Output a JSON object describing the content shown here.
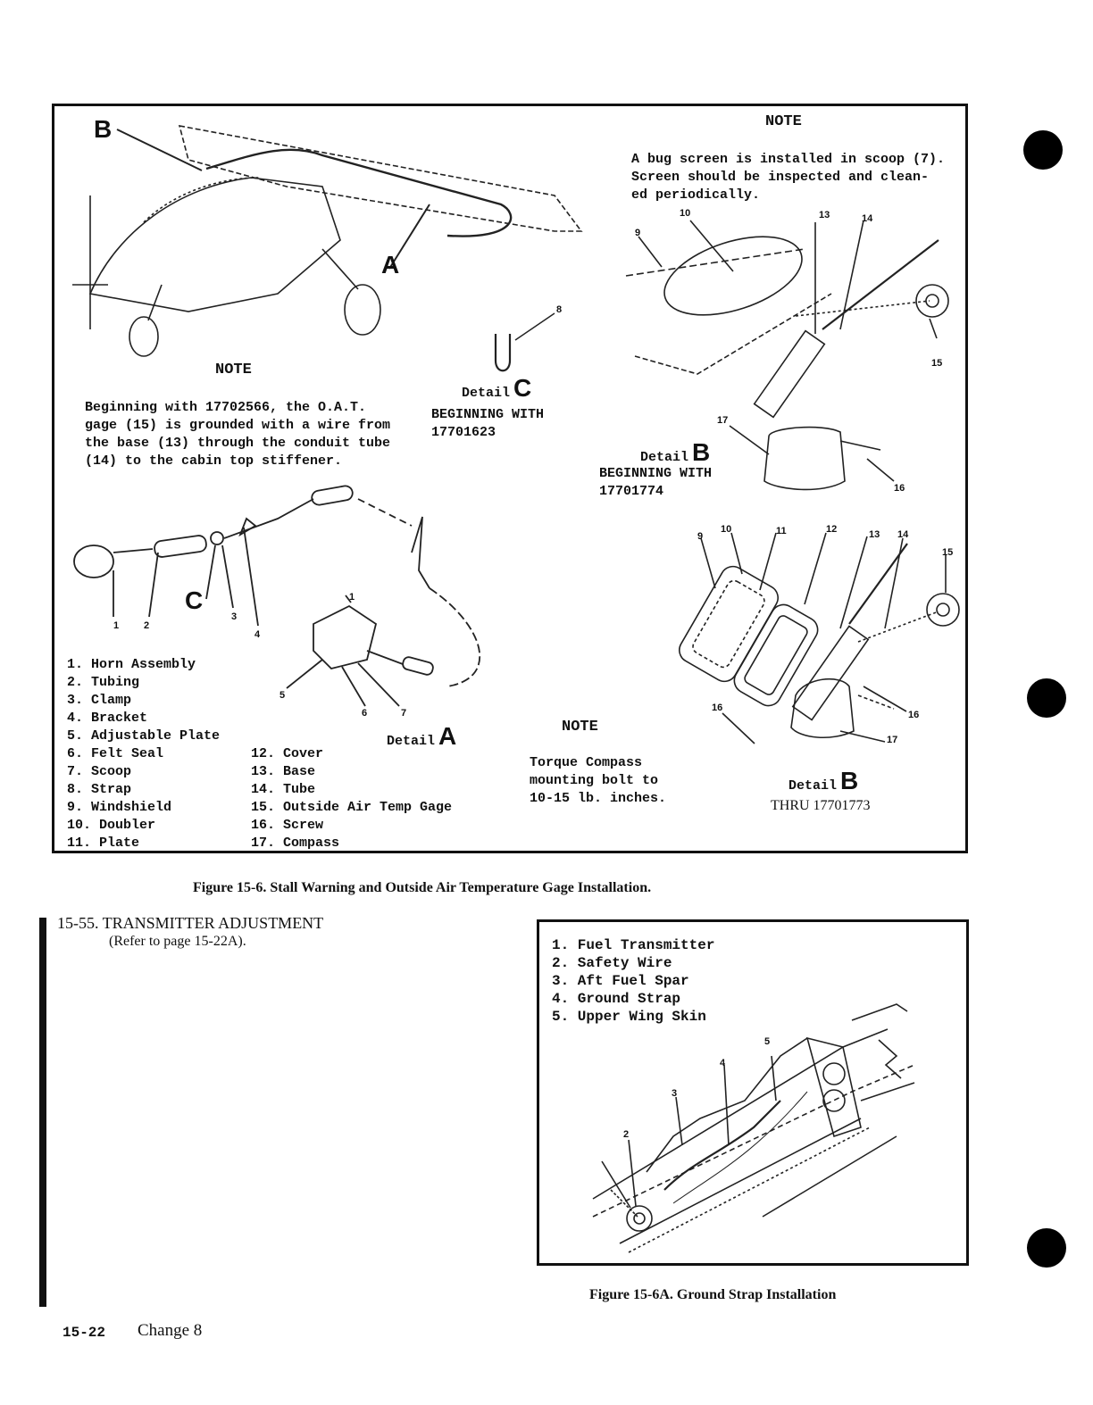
{
  "figure6": {
    "top_note": {
      "heading": "NOTE",
      "lines": [
        "A bug screen is installed in scoop (7).",
        "Screen should be inspected and clean-",
        "ed periodically."
      ]
    },
    "left_note": {
      "heading": "NOTE",
      "lines": [
        "Beginning with 17702566, the O.A.T.",
        "gage (15) is grounded with a wire from",
        "the base (13) through the conduit tube",
        "(14) to the cabin top stiffener."
      ]
    },
    "bottom_note": {
      "heading": "NOTE",
      "lines": [
        "Torque Compass",
        "mounting bolt to",
        "10-15 lb. inches."
      ]
    },
    "detail_c": {
      "word": "Detail",
      "letter": "C",
      "lines": [
        "BEGINNING WITH",
        "17701623"
      ]
    },
    "detail_b_top": {
      "word": "Detail",
      "letter": "B",
      "lines": [
        "BEGINNING WITH",
        "17701774"
      ]
    },
    "detail_a": {
      "word": "Detail",
      "letter": "A"
    },
    "detail_b_bottom": {
      "word": "Detail",
      "letter": "B",
      "line": "THRU 17701773"
    },
    "view_labels": {
      "b": "B",
      "a": "A",
      "c": "C"
    },
    "legend_left": [
      "1. Horn Assembly",
      "2. Tubing",
      "3. Clamp",
      "4. Bracket",
      "5. Adjustable Plate",
      "6. Felt Seal",
      "7. Scoop",
      "8. Strap",
      "9. Windshield",
      "10. Doubler",
      "11. Plate"
    ],
    "legend_right": [
      "12. Cover",
      "13. Base",
      "14. Tube",
      "15. Outside Air Temp Gage",
      "16. Screw",
      "17. Compass"
    ],
    "callouts": {
      "detail_a": [
        "1",
        "2",
        "3",
        "4",
        "5",
        "6",
        "7"
      ],
      "detail_c": [
        "8"
      ],
      "detail_b_top": [
        "9",
        "10",
        "13",
        "14",
        "15",
        "17",
        "16"
      ],
      "detail_b_bottom": [
        "9",
        "10",
        "11",
        "12",
        "13",
        "14",
        "15",
        "16",
        "16",
        "17"
      ]
    },
    "caption": "Figure 15-6.   Stall Warning and Outside Air Temperature Gage Installation."
  },
  "section": {
    "heading": "15-55. TRANSMITTER ADJUSTMENT",
    "subtext": "(Refer to page 15-22A)."
  },
  "figure6a": {
    "legend": [
      "1. Fuel Transmitter",
      "2. Safety Wire",
      "3. Aft Fuel Spar",
      "4. Ground Strap",
      "5. Upper Wing Skin"
    ],
    "callouts": [
      "5",
      "4",
      "3",
      "2"
    ],
    "caption": "Figure 15-6A.  Ground Strap Installation"
  },
  "footer": {
    "page_number": "15-22",
    "change": "Change 8"
  }
}
